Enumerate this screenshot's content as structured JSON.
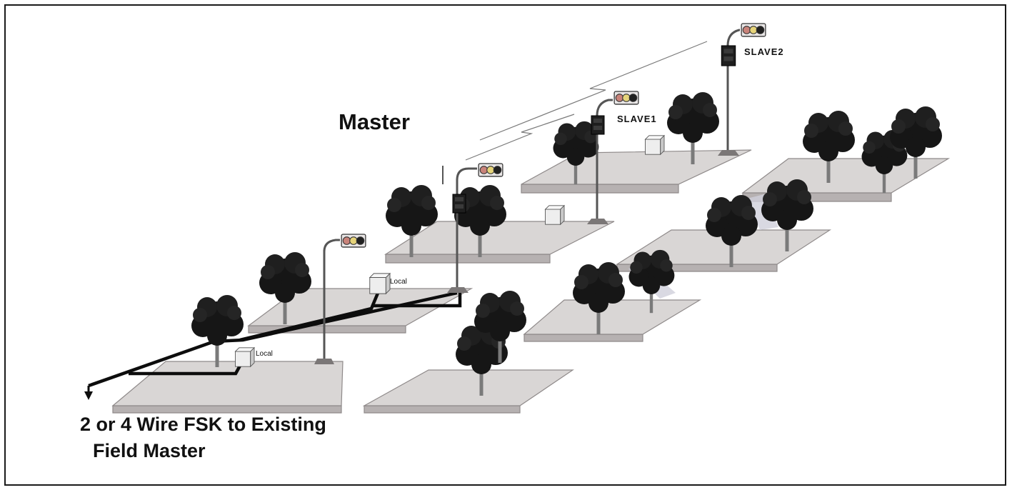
{
  "diagram": {
    "heading": "Master",
    "slave_labels": {
      "slave1": "SLAVE1",
      "slave2": "SLAVE2"
    },
    "local_labels": [
      "Local",
      "Local"
    ],
    "caption": {
      "line1": "2 or 4 Wire FSK to Existing",
      "line2": "Field Master"
    }
  },
  "colors": {
    "pavement": "#d9d6d5",
    "pavement_edge": "#9c9797",
    "tree": "#141414",
    "cable": "#0d0d0d",
    "signal_red": "#c9837a",
    "signal_yellow": "#e6d47a",
    "signal_off": "#202020"
  }
}
